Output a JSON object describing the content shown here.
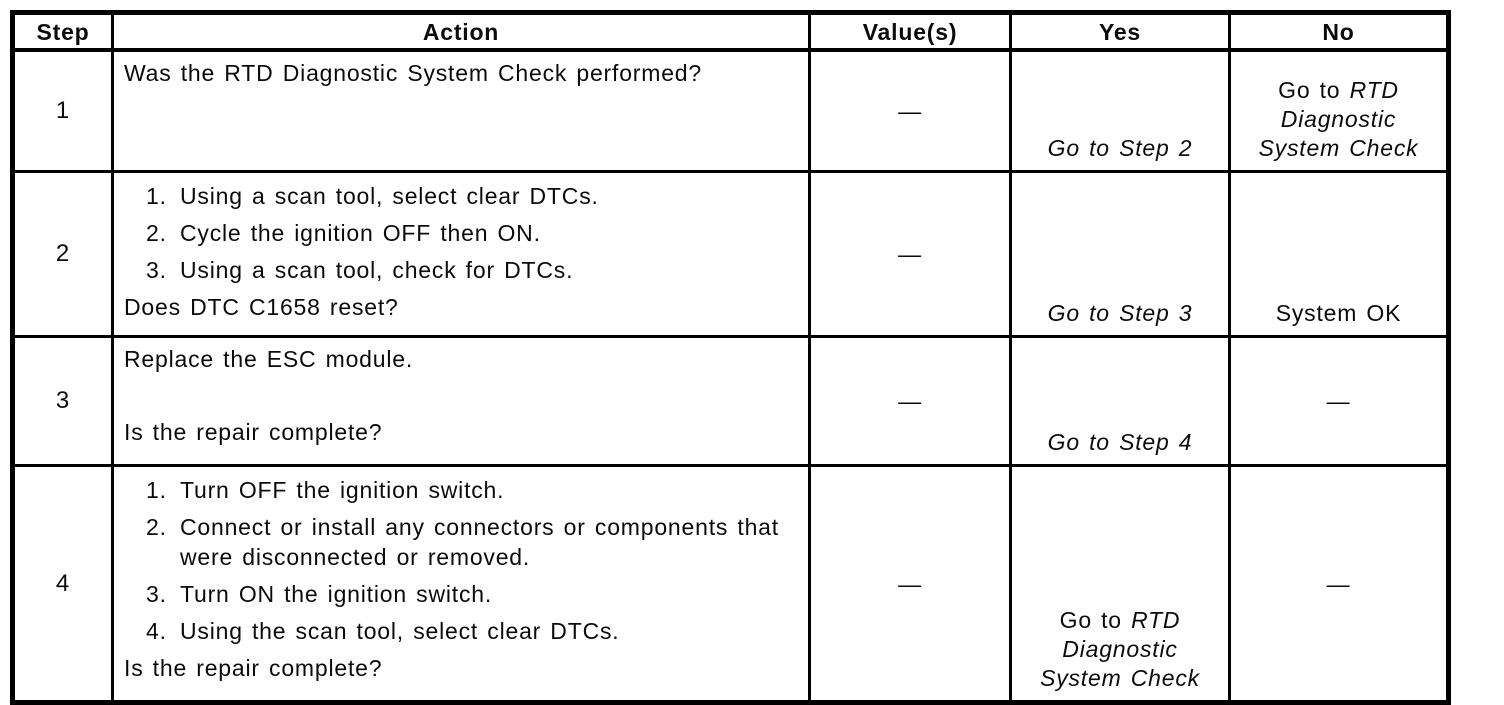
{
  "colors": {
    "ink": "#0b0b0b",
    "paper": "#ffffff"
  },
  "table": {
    "headers": [
      "Step",
      "Action",
      "Value(s)",
      "Yes",
      "No"
    ],
    "rows": [
      {
        "step": "1",
        "action": {
          "intro": "Was the RTD Diagnostic System Check performed?"
        },
        "value": "—",
        "yes": {
          "text": "Go to Step 2"
        },
        "no": {
          "prefix": "Go to ",
          "ref": "RTD Diagnostic System Check"
        }
      },
      {
        "step": "2",
        "action": {
          "items": [
            "Using a scan tool, select clear DTCs.",
            "Cycle the ignition OFF then ON.",
            "Using a scan tool, check for DTCs."
          ],
          "question": "Does DTC C1658 reset?"
        },
        "value": "—",
        "yes": {
          "text": "Go to Step 3"
        },
        "no": {
          "text": "System OK"
        }
      },
      {
        "step": "3",
        "action": {
          "intro": "Replace the ESC module.",
          "question": "Is the repair complete?"
        },
        "value": "—",
        "yes": {
          "text": "Go to Step 4"
        },
        "no": {
          "text": "—"
        }
      },
      {
        "step": "4",
        "action": {
          "items": [
            "Turn OFF the ignition switch.",
            "Connect or install any connectors or components that were disconnected or removed.",
            "Turn ON the ignition switch.",
            "Using the scan tool, select clear DTCs."
          ],
          "question": "Is the repair complete?"
        },
        "value": "—",
        "yes": {
          "prefix": "Go to ",
          "ref": "RTD Diagnostic System Check"
        },
        "no": {
          "text": "—"
        }
      }
    ]
  }
}
